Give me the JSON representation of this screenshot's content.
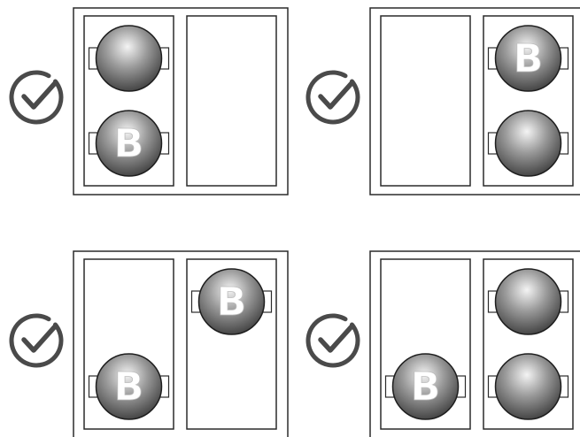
{
  "colors": {
    "frame": "#2b2b2b",
    "check": "#4a4a4a",
    "ball_light": "#f4f4f4",
    "ball_mid": "#8a8a8a",
    "ball_dark": "#3a3a3a",
    "label": "#ffffff",
    "background": "#ffffff"
  },
  "icons": {
    "status": "check-circle-icon",
    "ball": "sphere-ball-icon"
  },
  "panels": [
    {
      "id": "top-left",
      "left_compartment": [
        {
          "slot": "top",
          "label": ""
        },
        {
          "slot": "bottom",
          "label": "B"
        }
      ],
      "right_compartment": []
    },
    {
      "id": "top-right",
      "left_compartment": [],
      "right_compartment": [
        {
          "slot": "top",
          "label": "B"
        },
        {
          "slot": "bottom",
          "label": ""
        }
      ]
    },
    {
      "id": "bottom-left",
      "left_compartment": [
        {
          "slot": "bottom",
          "label": "B"
        }
      ],
      "right_compartment": [
        {
          "slot": "top",
          "label": "B"
        }
      ]
    },
    {
      "id": "bottom-right",
      "left_compartment": [
        {
          "slot": "bottom",
          "label": "B"
        }
      ],
      "right_compartment": [
        {
          "slot": "top",
          "label": ""
        },
        {
          "slot": "bottom",
          "label": ""
        }
      ]
    }
  ]
}
